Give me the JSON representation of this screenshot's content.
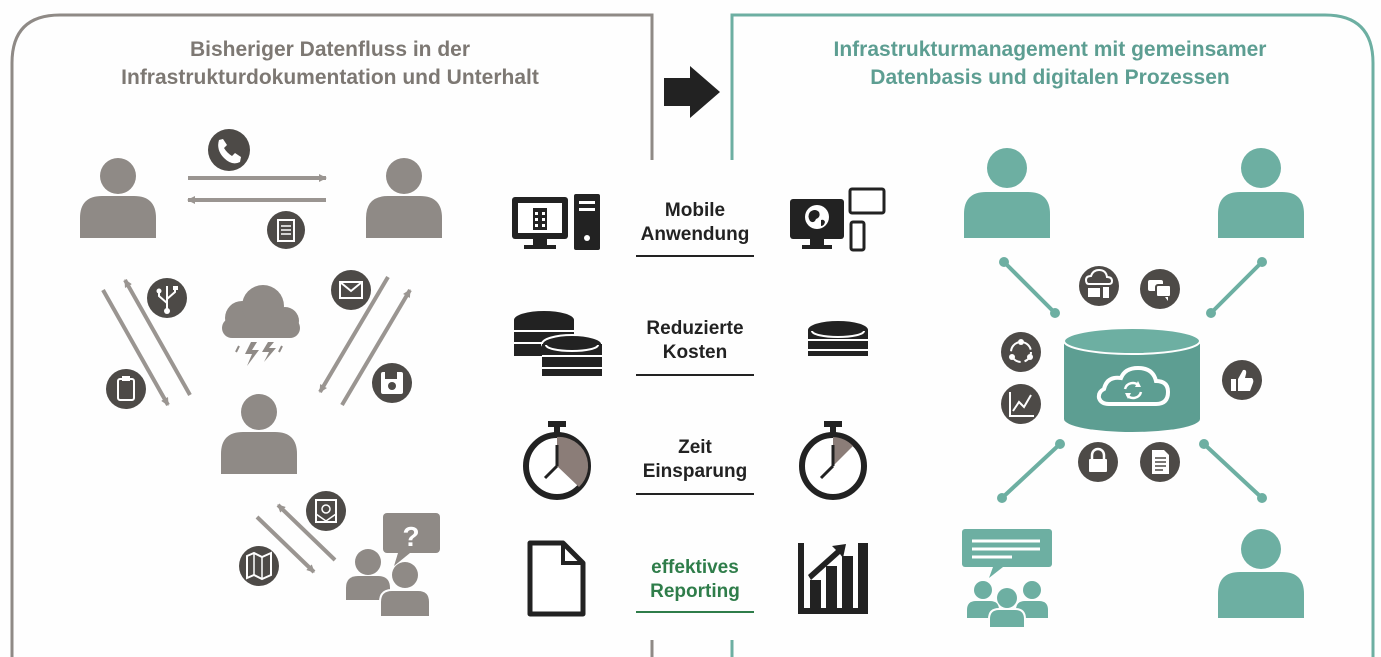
{
  "left_panel": {
    "title_line1": "Bisheriger Datenfluss in der",
    "title_line2": "Infrastrukturdokumentation und Unterhalt"
  },
  "right_panel": {
    "title_line1": "Infrastrukturmanagement mit gemeinsamer",
    "title_line2": "Datenbasis und digitalen Prozessen"
  },
  "benefits": [
    {
      "line1": "Mobile",
      "line2": "Anwendung",
      "left_icon": "desktop-computer-icon",
      "right_icon": "multi-device-icon"
    },
    {
      "line1": "Reduzierte",
      "line2": "Kosten",
      "left_icon": "large-coin-stacks-icon",
      "right_icon": "small-coin-stack-icon"
    },
    {
      "line1": "Zeit",
      "line2": "Einsparung",
      "left_icon": "stopwatch-icon",
      "right_icon": "stopwatch-icon"
    },
    {
      "line1": "effektives",
      "line2": "Reporting",
      "left_icon": "blank-document-icon",
      "right_icon": "bar-chart-icon"
    }
  ],
  "colors": {
    "left_accent": "#8f8a86",
    "right_accent": "#6dafa2",
    "dark_icon": "#2b2b2b",
    "underline_green": "#2f7d4a"
  }
}
